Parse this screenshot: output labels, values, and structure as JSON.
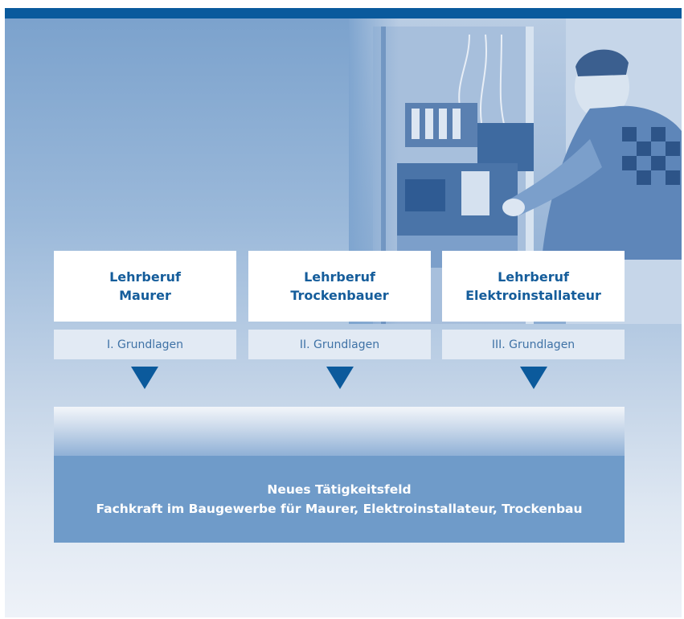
{
  "colors": {
    "accent": "#0a5a9d",
    "box_text": "#155d9b",
    "bottom_fill": "#6f9bc9"
  },
  "boxes": [
    {
      "line1": "Lehrberuf",
      "line2": "Maurer",
      "sub": "I. Grundlagen"
    },
    {
      "line1": "Lehrberuf",
      "line2": "Trockenbauer",
      "sub": "II. Grundlagen"
    },
    {
      "line1": "Lehrberuf",
      "line2": "Elektroinstallateur",
      "sub": "III. Grundlagen"
    }
  ],
  "result": {
    "line1": "Neues Tätigkeitsfeld",
    "line2": "Fachkraft im Baugewerbe für Maurer, Elektroinstallateur, Trockenbau"
  }
}
